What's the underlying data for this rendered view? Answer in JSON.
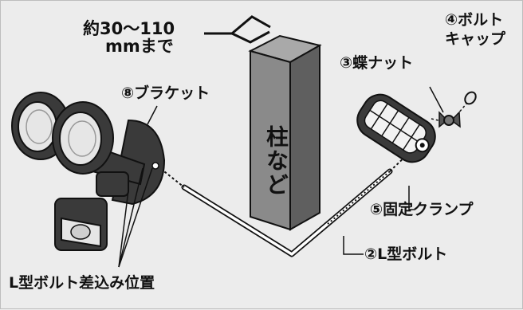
{
  "labels": {
    "gap_line1": "約30〜110",
    "gap_line2": "mmまで",
    "bolt_cap_line1": "④ボルト",
    "bolt_cap_line2": "キャップ",
    "wing_nut": "③蝶ナット",
    "bracket": "⑧ブラケット",
    "post": "柱など",
    "clamp": "⑤固定クランプ",
    "l_bolt": "②L型ボルト",
    "insert_position": "L型ボルト差込み位置"
  },
  "colors": {
    "background": "#ececec",
    "post_front": "#8a8a8a",
    "post_side": "#5f5f5f",
    "post_top": "#a9a9a9",
    "fixture_body": "#3a3a3a",
    "fixture_light": "#e6e6e6",
    "line": "#111111"
  }
}
